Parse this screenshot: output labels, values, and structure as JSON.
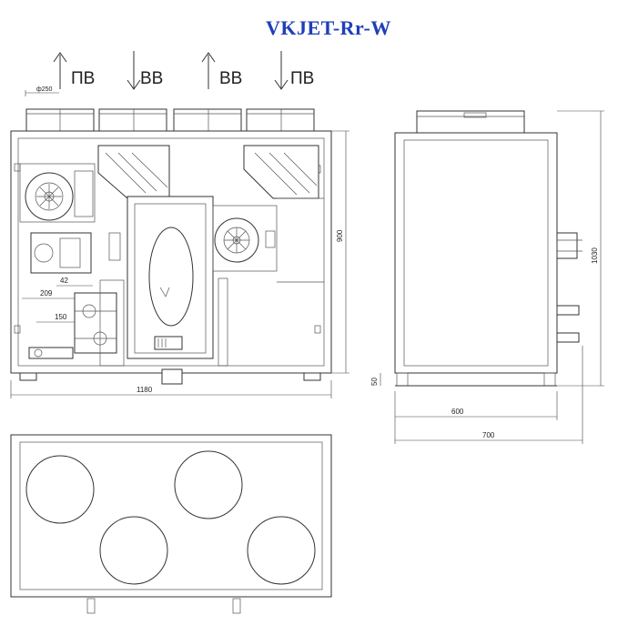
{
  "title": "VKJET-Rr-W",
  "flows": [
    {
      "label": "ПВ",
      "direction": "up"
    },
    {
      "label": "ВВ",
      "direction": "down"
    },
    {
      "label": "ВВ",
      "direction": "up"
    },
    {
      "label": "ПВ",
      "direction": "down"
    }
  ],
  "dimensions": {
    "duct_diameter": "ф250",
    "dim_42": "42",
    "dim_209": "209",
    "dim_150": "150",
    "width_front": "1180",
    "height_body": "900",
    "height_total": "1030",
    "feet": "50",
    "width_side_inner": "600",
    "width_side_outer": "700"
  },
  "colors": {
    "title": "#1f3fb8",
    "lines": "#333333"
  }
}
